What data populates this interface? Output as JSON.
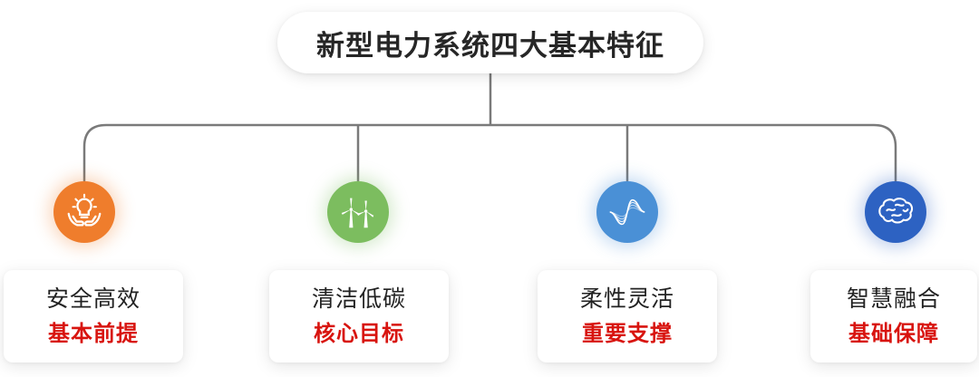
{
  "title": "新型电力系统四大基本特征",
  "features": [
    {
      "name": "安全高效",
      "role": "基本前提",
      "icon": "lightbulb-in-hands-icon",
      "color": "#ef7d2c"
    },
    {
      "name": "清洁低碳",
      "role": "核心目标",
      "icon": "wind-turbines-icon",
      "color": "#7cbd5f"
    },
    {
      "name": "柔性灵活",
      "role": "重要支撑",
      "icon": "waveform-icon",
      "color": "#4a90d6"
    },
    {
      "name": "智慧融合",
      "role": "基础保障",
      "icon": "brain-icon",
      "color": "#2d62c2"
    }
  ],
  "colors": {
    "connector": "#7a7a7a",
    "title_text": "#262626",
    "role_text": "#d8140f"
  }
}
